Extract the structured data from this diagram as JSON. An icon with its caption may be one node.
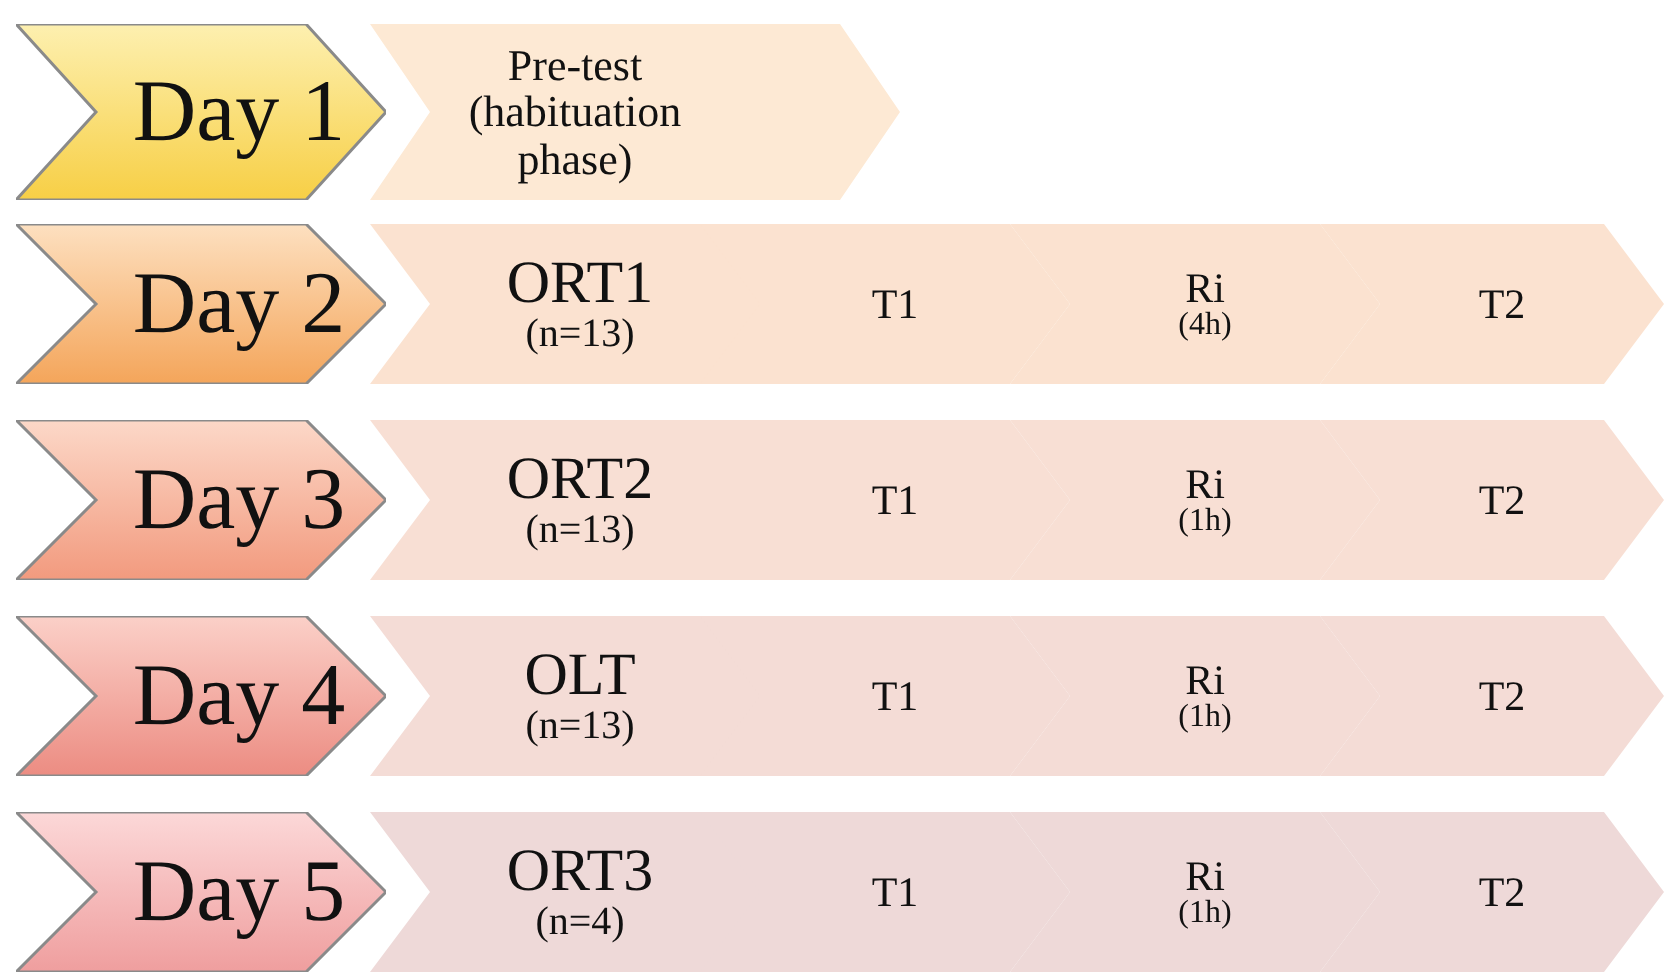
{
  "diagram": {
    "nodes": [
      {
        "text": [
          "Day 1"
        ]
      },
      {
        "text": [
          "Pre-test (habituation phase)"
        ]
      },
      {
        "text": [
          "Day 2"
        ]
      },
      {
        "text": [
          "ORT1",
          "(n=13)"
        ]
      },
      {
        "text": [
          "T1"
        ]
      },
      {
        "text": [
          "Ri",
          "(4h)"
        ]
      },
      {
        "text": [
          "T2"
        ]
      },
      {
        "text": [
          "Day 3"
        ]
      },
      {
        "text": [
          "ORT2",
          "(n=13)"
        ]
      },
      {
        "text": [
          "T1"
        ]
      },
      {
        "text": [
          "Ri",
          "(1h)"
        ]
      },
      {
        "text": [
          "T2"
        ]
      },
      {
        "text": [
          "Day 4"
        ]
      },
      {
        "text": [
          "OLT",
          "(n=13)"
        ]
      },
      {
        "text": [
          "T1"
        ]
      },
      {
        "text": [
          "Ri",
          "(1h)"
        ]
      },
      {
        "text": [
          "T2"
        ]
      },
      {
        "text": [
          "Day 5"
        ]
      },
      {
        "text": [
          "ORT3",
          "(n=4)"
        ]
      },
      {
        "text": [
          "T1"
        ]
      },
      {
        "text": [
          "Ri",
          "(1h)"
        ]
      },
      {
        "text": [
          "T2"
        ]
      }
    ]
  }
}
